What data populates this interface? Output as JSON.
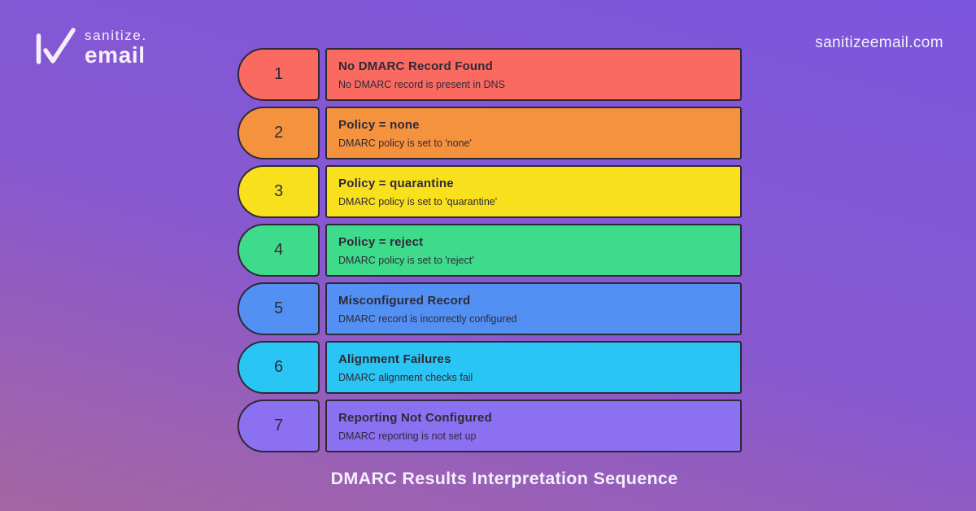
{
  "header": {
    "logo_top": "sanitize.",
    "logo_bottom": "email",
    "domain": "sanitizeemail.com"
  },
  "sequence": {
    "caption": "DMARC Results Interpretation Sequence",
    "steps": [
      {
        "number": "1",
        "title": "No DMARC Record Found",
        "description": "No DMARC record is present in DNS",
        "color": "#FA6A60"
      },
      {
        "number": "2",
        "title": "Policy = none",
        "description": "DMARC policy is set to 'none'",
        "color": "#F5923E"
      },
      {
        "number": "3",
        "title": "Policy = quarantine",
        "description": "DMARC policy is set to 'quarantine'",
        "color": "#F9E01D"
      },
      {
        "number": "4",
        "title": "Policy = reject",
        "description": "DMARC policy is set to 'reject'",
        "color": "#3FDB8C"
      },
      {
        "number": "5",
        "title": "Misconfigured Record",
        "description": "DMARC record is incorrectly configured",
        "color": "#5390F4"
      },
      {
        "number": "6",
        "title": "Alignment Failures",
        "description": "DMARC alignment checks fail",
        "color": "#29C5F4"
      },
      {
        "number": "7",
        "title": "Reporting Not Configured",
        "description": "DMARC reporting is not set up",
        "color": "#8C70F2"
      }
    ]
  },
  "colors": {
    "bg_top": "#7C56DE",
    "bg_mid": "#8858CF",
    "bg_bottom": "#A666A2",
    "outline": "#2C2936",
    "text_dark": "#2E2A38",
    "text_light": "#F4EFFB"
  }
}
